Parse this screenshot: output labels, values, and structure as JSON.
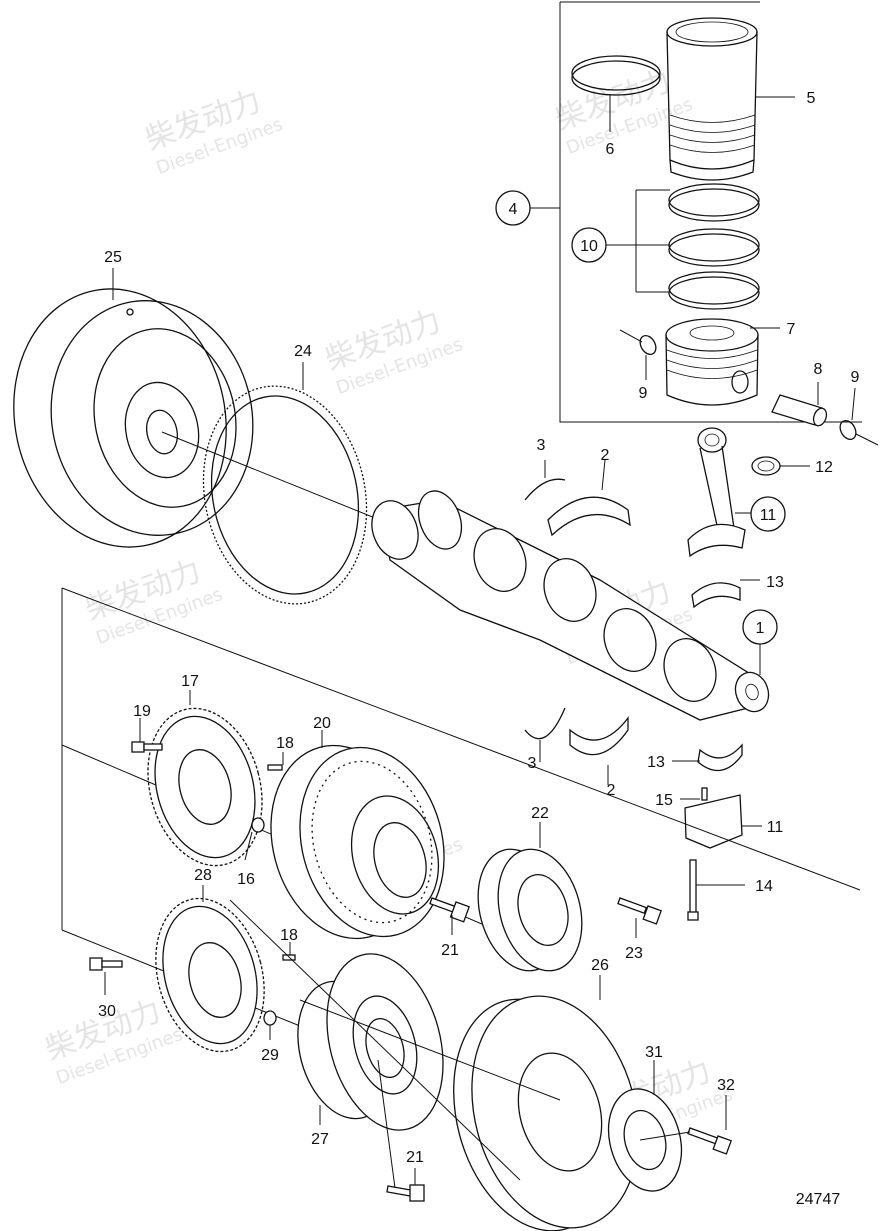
{
  "diagram_id": "24747",
  "watermark": {
    "cn": "柴发动力",
    "en": "Diesel-Engines"
  },
  "callouts": [
    {
      "id": "c1",
      "text": "1",
      "circled": true
    },
    {
      "id": "c2a",
      "text": "2",
      "circled": false
    },
    {
      "id": "c2b",
      "text": "2",
      "circled": false
    },
    {
      "id": "c3a",
      "text": "3",
      "circled": false
    },
    {
      "id": "c3b",
      "text": "3",
      "circled": false
    },
    {
      "id": "c4",
      "text": "4",
      "circled": true
    },
    {
      "id": "c5",
      "text": "5",
      "circled": false
    },
    {
      "id": "c6",
      "text": "6",
      "circled": false
    },
    {
      "id": "c7",
      "text": "7",
      "circled": false
    },
    {
      "id": "c8",
      "text": "8",
      "circled": false
    },
    {
      "id": "c9a",
      "text": "9",
      "circled": false
    },
    {
      "id": "c9b",
      "text": "9",
      "circled": false
    },
    {
      "id": "c10",
      "text": "10",
      "circled": true
    },
    {
      "id": "c11a",
      "text": "11",
      "circled": true
    },
    {
      "id": "c11b",
      "text": "11",
      "circled": false
    },
    {
      "id": "c12",
      "text": "12",
      "circled": false
    },
    {
      "id": "c13a",
      "text": "13",
      "circled": false
    },
    {
      "id": "c13b",
      "text": "13",
      "circled": false
    },
    {
      "id": "c14",
      "text": "14",
      "circled": false
    },
    {
      "id": "c15",
      "text": "15",
      "circled": false
    },
    {
      "id": "c16",
      "text": "16",
      "circled": false
    },
    {
      "id": "c17",
      "text": "17",
      "circled": false
    },
    {
      "id": "c18a",
      "text": "18",
      "circled": false
    },
    {
      "id": "c18b",
      "text": "18",
      "circled": false
    },
    {
      "id": "c19",
      "text": "19",
      "circled": false
    },
    {
      "id": "c20",
      "text": "20",
      "circled": false
    },
    {
      "id": "c21a",
      "text": "21",
      "circled": false
    },
    {
      "id": "c21b",
      "text": "21",
      "circled": false
    },
    {
      "id": "c22",
      "text": "22",
      "circled": false
    },
    {
      "id": "c23",
      "text": "23",
      "circled": false
    },
    {
      "id": "c24",
      "text": "24",
      "circled": false
    },
    {
      "id": "c25",
      "text": "25",
      "circled": false
    },
    {
      "id": "c26",
      "text": "26",
      "circled": false
    },
    {
      "id": "c27",
      "text": "27",
      "circled": false
    },
    {
      "id": "c28",
      "text": "28",
      "circled": false
    },
    {
      "id": "c29",
      "text": "29",
      "circled": false
    },
    {
      "id": "c30",
      "text": "30",
      "circled": false
    },
    {
      "id": "c31",
      "text": "31",
      "circled": false
    },
    {
      "id": "c32",
      "text": "32",
      "circled": false
    }
  ]
}
